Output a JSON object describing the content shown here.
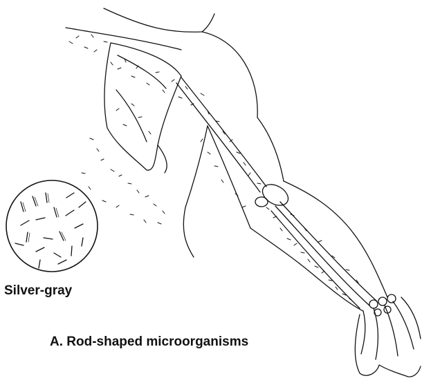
{
  "figure": {
    "microscope_label": "Silver-gray",
    "caption": "A.  Rod-shaped microorganisms",
    "colors": {
      "ink": "#111111",
      "background": "#ffffff"
    },
    "depicts": "anatomical line drawing of a right arm, shoulder and scapula with skeleton, covered in scattered rod-shaped microorganism marks; inset circle shows a magnified view of the rods"
  }
}
